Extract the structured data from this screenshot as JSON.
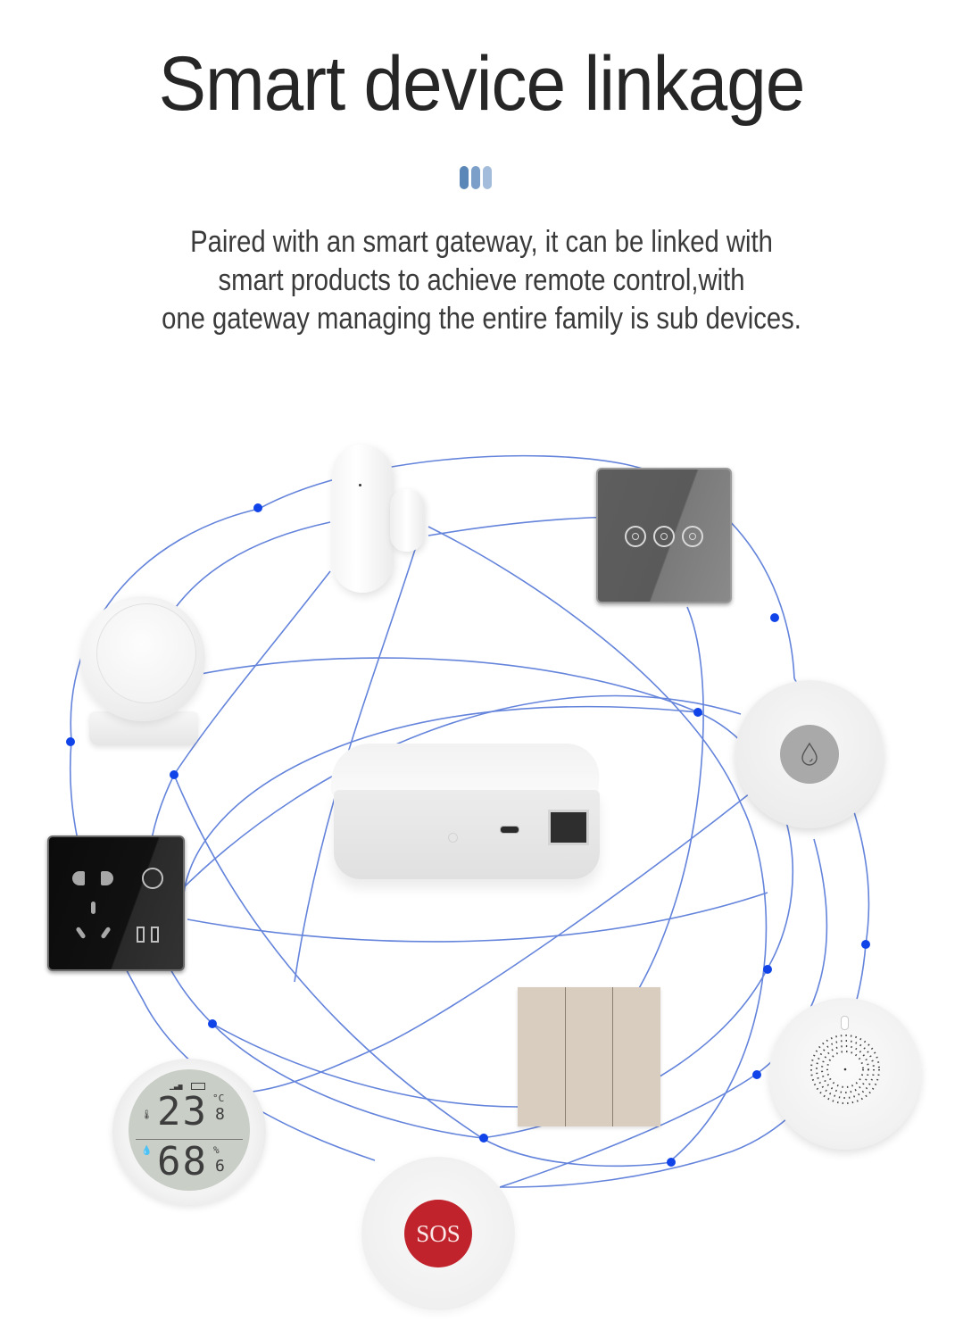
{
  "header": {
    "title": "Smart device linkage",
    "accent_bars": [
      "#5a86b8",
      "#7b9fc9",
      "#a4bcdb"
    ]
  },
  "description": {
    "lines": [
      "Paired with an smart gateway, it can be linked with",
      "smart products to achieve remote control,with",
      "one gateway managing the entire family is sub devices."
    ]
  },
  "network": {
    "line_color": "#4a6fd6",
    "node_color": "#1144e8"
  },
  "devices": {
    "gateway": {
      "name": "Zigbee gateway hub"
    },
    "door_sensor": {
      "name": "Door/window sensor"
    },
    "touch_switch": {
      "name": "3-gang touch switch",
      "buttons": 3
    },
    "pir_sensor": {
      "name": "Motion sensor"
    },
    "water_sensor": {
      "name": "Water leak sensor"
    },
    "wall_socket": {
      "name": "Wall socket with USB"
    },
    "thermometer": {
      "name": "Temperature & humidity sensor",
      "temperature": "23",
      "temperature_decimal": "8",
      "temperature_unit": "°C",
      "humidity": "68",
      "humidity_decimal": "6",
      "humidity_unit": "%"
    },
    "beige_switch": {
      "name": "3-gang wall switch",
      "gangs": 3
    },
    "smoke_detector": {
      "name": "Smoke detector"
    },
    "sos_button": {
      "name": "SOS button",
      "label": "SOS",
      "color": "#c0232c"
    }
  }
}
